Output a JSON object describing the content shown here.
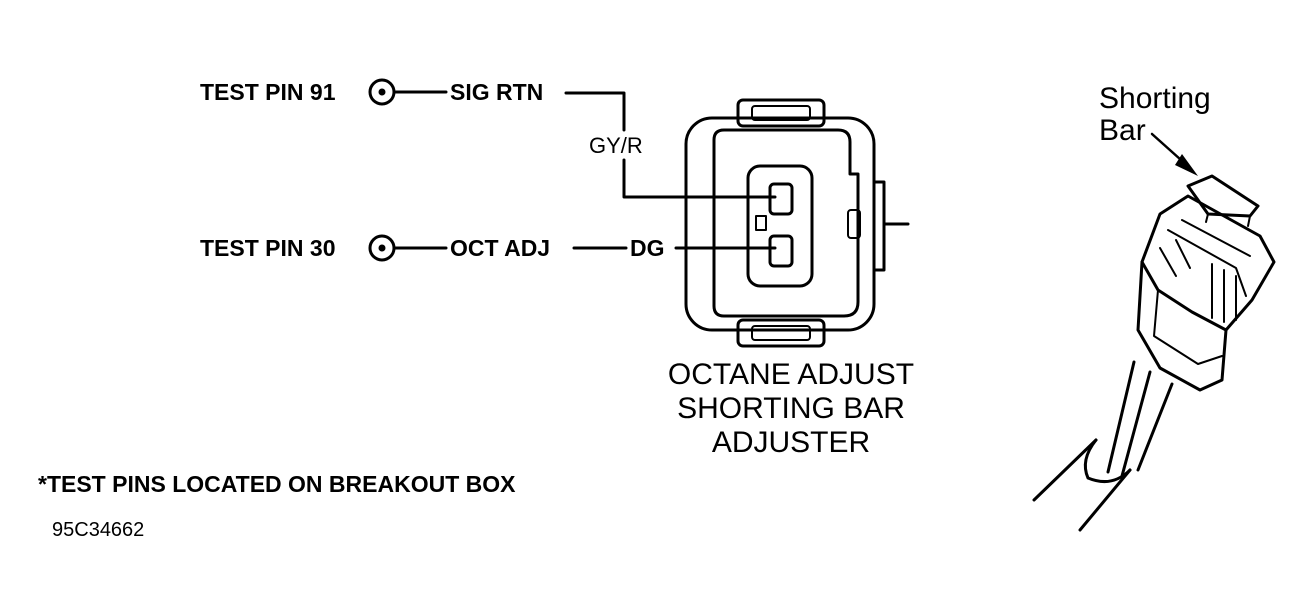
{
  "test_pins": {
    "pin91_label": "TEST PIN 91",
    "pin30_label": "TEST PIN 30"
  },
  "signals": {
    "sig_rtn": "SIG RTN",
    "oct_adj": "OCT ADJ"
  },
  "wire_colors": {
    "gy_r": "GY/R",
    "dg": "DG"
  },
  "connector_caption": {
    "line1": "OCTANE ADJUST",
    "line2": "SHORTING BAR",
    "line3": "ADJUSTER"
  },
  "shorting_bar_callout": {
    "line1": "Shorting",
    "line2": "Bar"
  },
  "footnote": "*TEST PINS LOCATED ON BREAKOUT BOX",
  "figure_id": "95C34662"
}
